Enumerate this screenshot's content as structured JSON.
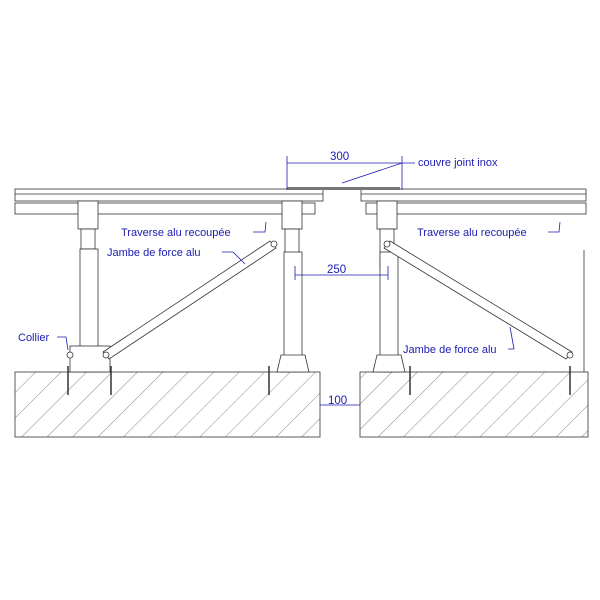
{
  "dimensions": {
    "joint_width": "300",
    "post_spacing": "250",
    "slab_gap": "100"
  },
  "labels": {
    "cover_joint": "couvre joint inox",
    "crossbeam_left": "Traverse alu recoupée",
    "crossbeam_right": "Traverse alu recoupée",
    "brace_left": "Jambe de force alu",
    "brace_right": "Jambe de force alu",
    "collar": "Collier"
  },
  "colors": {
    "annotation": "#1c1cb0",
    "line": "#333333"
  }
}
